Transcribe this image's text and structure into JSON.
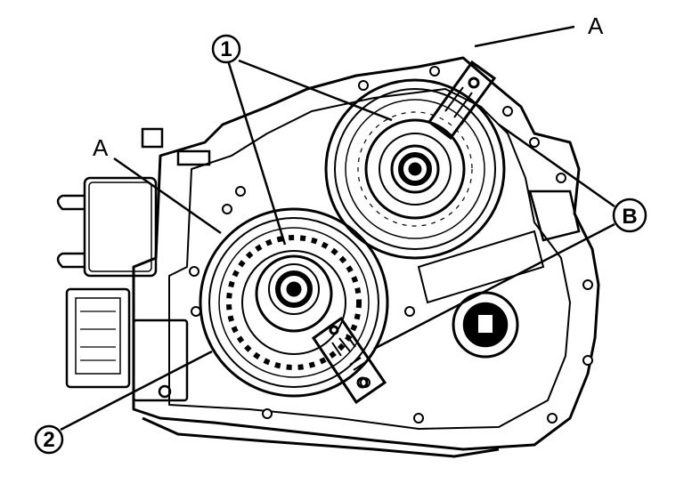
{
  "callouts": {
    "a_top": "A",
    "a_left": "A",
    "one": "1",
    "two": "2",
    "b": "B"
  }
}
